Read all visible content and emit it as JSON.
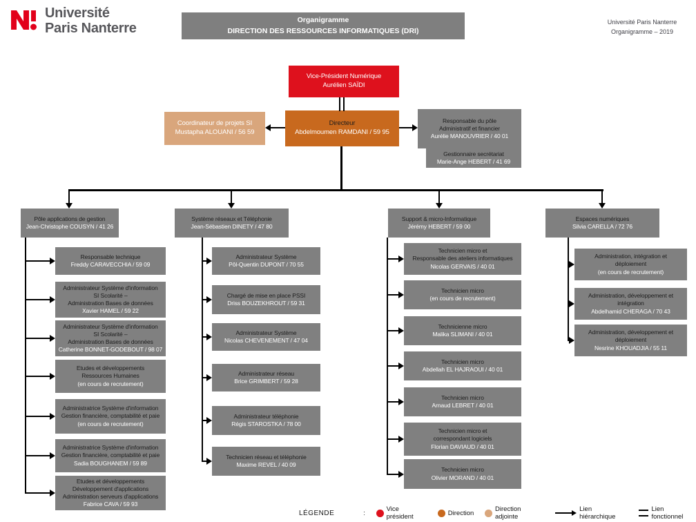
{
  "header": {
    "logo": {
      "line1": "Université",
      "line2": "Paris Nanterre"
    },
    "title": {
      "line1": "Organigramme",
      "line2": "DIRECTION DES RESSOURCES INFORMATIQUES (DRI)"
    },
    "meta": {
      "line1": "Université Paris Nanterre",
      "line2": "Organigramme – 2019"
    }
  },
  "colors": {
    "vice_president": "#de111d",
    "direction": "#c8691e",
    "direction_adjointe": "#d9a67c",
    "service": "#808080",
    "logo_red": "#e2001a"
  },
  "org": {
    "vice_president": {
      "roles": [
        "Vice-Président Numérique"
      ],
      "name": "Aurélien SAÏDI"
    },
    "coordinator": {
      "roles": [
        "Coordinateur de projets SI"
      ],
      "name": "Mustapha ALOUANI / 56 59"
    },
    "director": {
      "roles": [
        "Directeur"
      ],
      "name": "Abdelmoumen RAMDANI / 59 95"
    },
    "admin_pole": {
      "roles": [
        "Responsable du pôle",
        "Administratif et financier"
      ],
      "name": "Aurélie MANOUVRIER / 40 01"
    },
    "secretariat": {
      "roles": [
        "Gestionnaire secrétariat"
      ],
      "name": "Marie-Ange HEBERT / 41 69"
    },
    "branches": [
      {
        "roles": [
          "Pôle applications de gestion"
        ],
        "name": "Jean-Christophe COUSYN / 41 26",
        "children": [
          {
            "roles": [
              "Responsable technique"
            ],
            "name": "Freddy CARAVECCHIA / 59 09"
          },
          {
            "roles": [
              "Administrateur Système d'information",
              "SI Scolarité –",
              "Administration Bases de données"
            ],
            "name": "Xavier HAMEL / 59 22"
          },
          {
            "roles": [
              "Administrateur Système d'information",
              "SI Scolarité –",
              "Administration Bases de données"
            ],
            "name": "Catherine BONNET-GODEBOUT / 98 07"
          },
          {
            "roles": [
              "Etudes et développements",
              "Ressources Humaines"
            ],
            "name": "(en cours de recrutement)"
          },
          {
            "roles": [
              "Administratrice Système d'information",
              "Gestion financière, comptabilité et paie"
            ],
            "name": "(en cours de recrutement)"
          },
          {
            "roles": [
              "Administratrice Système d'information",
              "Gestion financière, comptabilité et paie"
            ],
            "name": "Sadia BOUGHANEM / 59 89"
          },
          {
            "roles": [
              "Etudes et développements",
              "Développement d'applications",
              "Administration serveurs d'applications"
            ],
            "name": "Fabrice CAVA / 59 93"
          }
        ]
      },
      {
        "roles": [
          "Système réseaux et Téléphonie"
        ],
        "name": "Jean-Sébastien DINETY / 47 80",
        "children": [
          {
            "roles": [
              "Administrateur Système"
            ],
            "name": "Pôl-Quentin DUPONT / 70 55"
          },
          {
            "roles": [
              "Chargé de mise en place PSSI"
            ],
            "name": "Driss BOUZEKHROUT / 59 31"
          },
          {
            "roles": [
              "Administrateur Système"
            ],
            "name": "Nicolas CHEVENEMENT / 47 04"
          },
          {
            "roles": [
              "Administrateur réseau"
            ],
            "name": "Brice GRIMBERT / 59 28"
          },
          {
            "roles": [
              "Administrateur téléphonie"
            ],
            "name": "Régis STAROSTKA / 78 00"
          },
          {
            "roles": [
              "Technicien réseau et téléphonie"
            ],
            "name": "Maxime REVEL / 40 09"
          }
        ]
      },
      {
        "roles": [
          "Support & micro-Informatique"
        ],
        "name": "Jérémy HEBERT / 59 00",
        "children": [
          {
            "roles": [
              "Technicien micro et",
              "Responsable des ateliers informatiques"
            ],
            "name": "Nicolas GERVAIS / 40 01"
          },
          {
            "roles": [
              "Technicien micro"
            ],
            "name": "(en cours de recrutement)"
          },
          {
            "roles": [
              "Technicienne micro"
            ],
            "name": "Malika SLIMANI / 40 01"
          },
          {
            "roles": [
              "Technicien micro"
            ],
            "name": "Abdellah EL HAJRAOUI / 40 01"
          },
          {
            "roles": [
              "Technicien micro"
            ],
            "name": "Arnaud LEBRET / 40 01"
          },
          {
            "roles": [
              "Technicien micro et",
              "correspondant logiciels"
            ],
            "name": "Florian DAVIAUD / 40 01"
          },
          {
            "roles": [
              "Technicien micro"
            ],
            "name": "Olivier MORAND / 40 01"
          }
        ]
      },
      {
        "roles": [
          "Espaces numériques"
        ],
        "name": "Silvia CARELLA / 72 76",
        "children": [
          {
            "roles": [
              "Administration, intégration et",
              "déploiement"
            ],
            "name": "(en cours de recrutement)"
          },
          {
            "roles": [
              "Administration, développement et",
              "intégration"
            ],
            "name": "Abdelhamid CHERAGA / 70 43"
          },
          {
            "roles": [
              "Administration, développement et",
              "déploiement"
            ],
            "name": "Nesrine KHOUADJIA / 55 11"
          }
        ]
      }
    ]
  },
  "legend": {
    "title": "LÉGENDE",
    "separator": ":",
    "items": [
      {
        "label": "Vice président",
        "glyph": "dot",
        "color": "#de111d"
      },
      {
        "label": "Direction",
        "glyph": "dot",
        "color": "#c8691e"
      },
      {
        "label": "Direction adjointe",
        "glyph": "dot",
        "color": "#d9a67c"
      },
      {
        "label": "Lien hiérarchique",
        "glyph": "arrow"
      },
      {
        "label": "Lien fonctionnel",
        "glyph": "double-line"
      }
    ]
  }
}
